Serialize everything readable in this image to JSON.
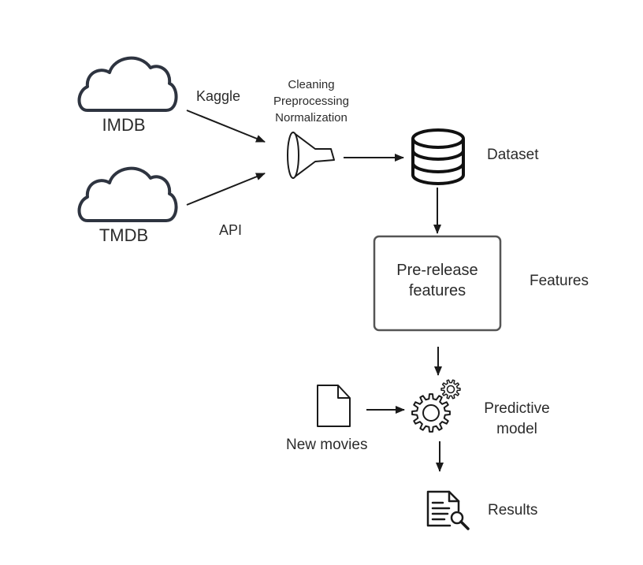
{
  "sources": [
    {
      "label": "IMDB",
      "connector": "Kaggle",
      "icon": "cloud-icon"
    },
    {
      "label": "TMDB",
      "connector": "API",
      "icon": "cloud-icon"
    }
  ],
  "preprocessing": {
    "icon": "funnel-icon",
    "steps": [
      "Cleaning",
      "Preprocessing",
      "Normalization"
    ]
  },
  "dataset": {
    "label": "Dataset",
    "icon": "database-icon"
  },
  "features": {
    "box_lines": [
      "Pre-release",
      "features"
    ],
    "side_label": "Features"
  },
  "new_movies": {
    "label": "New movies",
    "icon": "document-icon"
  },
  "model": {
    "lines": [
      "Predictive",
      "model"
    ],
    "icon": "gears-icon"
  },
  "results": {
    "label": "Results",
    "icon": "report-magnifier-icon"
  },
  "colors": {
    "stroke": "#1a1a1a",
    "cloud_stroke": "#2e3440",
    "box_stroke": "#555555",
    "text": "#2b2b2b"
  }
}
